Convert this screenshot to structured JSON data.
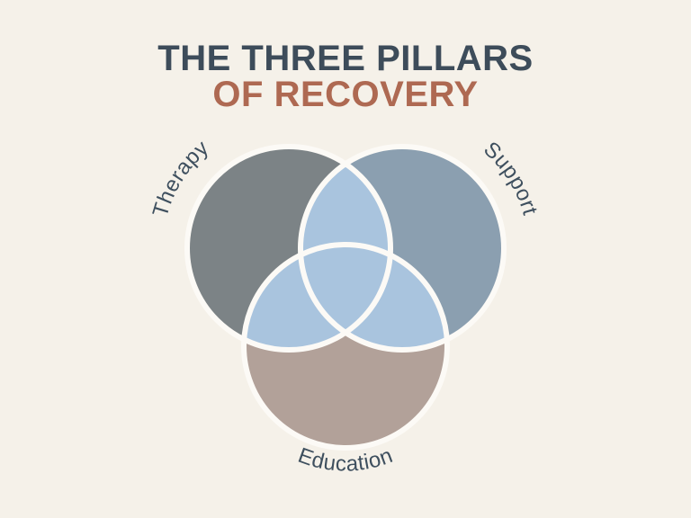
{
  "title": {
    "line1": "THE THREE PILLARS",
    "line2": "OF RECOVERY"
  },
  "diagram": {
    "type": "venn-3-circle",
    "circles": [
      {
        "id": "therapy",
        "label": "Therapy",
        "color": "#7c8386"
      },
      {
        "id": "support",
        "label": "Support",
        "color": "#8b9fb0"
      },
      {
        "id": "education",
        "label": "Education",
        "color": "#b2a199"
      }
    ],
    "overlap_color": "#a9c4de",
    "outline_color": "#fcfaf6",
    "label_color": "#3e4f5e"
  },
  "colors": {
    "background": "#f5f1e9",
    "title_primary": "#3d4c5a",
    "title_accent": "#ae6952"
  }
}
